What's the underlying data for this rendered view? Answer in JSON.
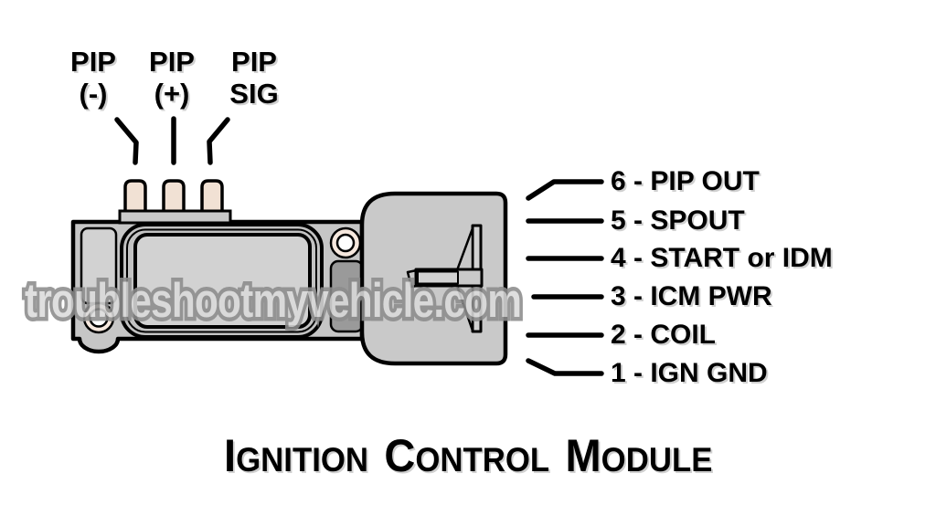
{
  "top_labels": [
    {
      "line1": "PIP",
      "line2": "(-)"
    },
    {
      "line1": "PIP",
      "line2": "(+)"
    },
    {
      "line1": "PIP",
      "line2": "SIG"
    }
  ],
  "pins": [
    "6 - PIP OUT",
    "5 - SPOUT",
    "4 - START or IDM",
    "3 - ICM PWR",
    "2 - COIL",
    "1 - IGN GND"
  ],
  "watermark": "troubleshootmyvehicle.com",
  "title": {
    "i1": "I",
    "w1": "GNITION",
    "i2": "C",
    "w2": "ONTROL",
    "i3": "M",
    "w3": "ODULE"
  },
  "colors": {
    "ink": "#000000",
    "body": "#c6c6c6",
    "frame": "#c2c2c2",
    "panel": "#d2d2d2",
    "connector": "#c9c9c9",
    "terminal": "#f1e1d4",
    "hole-ring": "#f6e8de",
    "hole-center": "#ffffff",
    "dark-slot": "#9a9a9a",
    "wm-fill": "#dbdbdb",
    "wm-stroke": "#8c8c8c"
  }
}
